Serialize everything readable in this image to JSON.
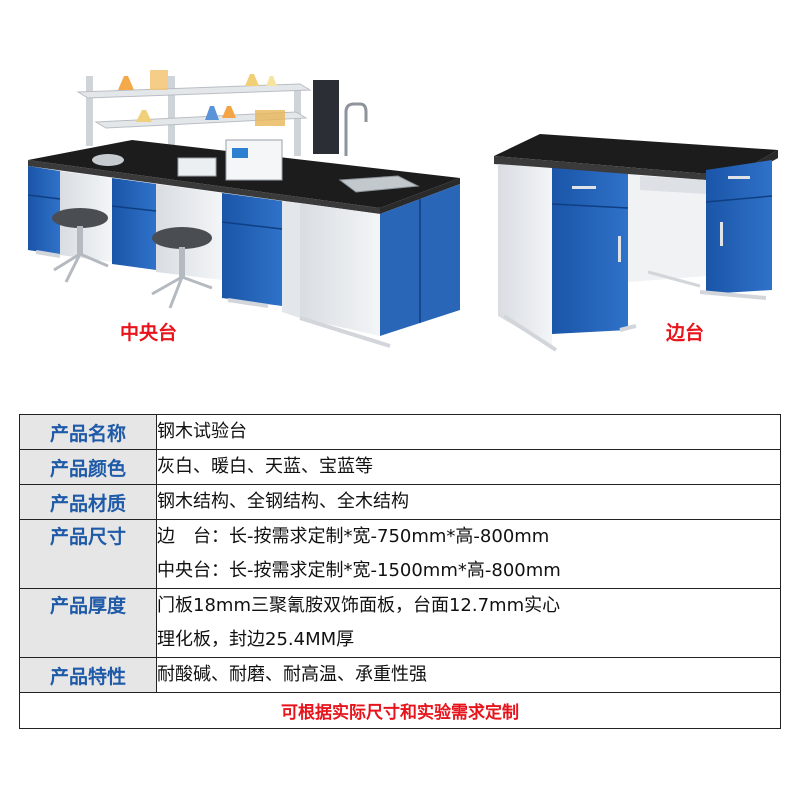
{
  "captions": {
    "center": "中央台",
    "side": "边台"
  },
  "spec": {
    "rows": [
      {
        "label": "产品名称",
        "lines": [
          "钢木试验台"
        ]
      },
      {
        "label": "产品颜色",
        "lines": [
          "灰白、暖白、天蓝、宝蓝等"
        ]
      },
      {
        "label": "产品材质",
        "lines": [
          "钢木结构、全钢结构、全木结构"
        ]
      },
      {
        "label": "产品尺寸",
        "lines": [
          "边　台：长-按需求定制*宽-750mm*高-800mm",
          "中央台：长-按需求定制*宽-1500mm*高-800mm"
        ]
      },
      {
        "label": "产品厚度",
        "lines": [
          "门板18mm三聚氰胺双饰面板，台面12.7mm实心",
          "理化板，封边25.4MM厚"
        ]
      },
      {
        "label": "产品特性",
        "lines": [
          "耐酸碱、耐磨、耐高温、承重性强"
        ]
      }
    ],
    "footer": "可根据实际尺寸和实验需求定制"
  },
  "colors": {
    "cabinet_blue": "#1f5fb5",
    "worktop_black": "#1c1c1c",
    "frame_white": "#e9ecef",
    "caption_red": "#e8141b",
    "label_blue": "#1f5aa8"
  }
}
